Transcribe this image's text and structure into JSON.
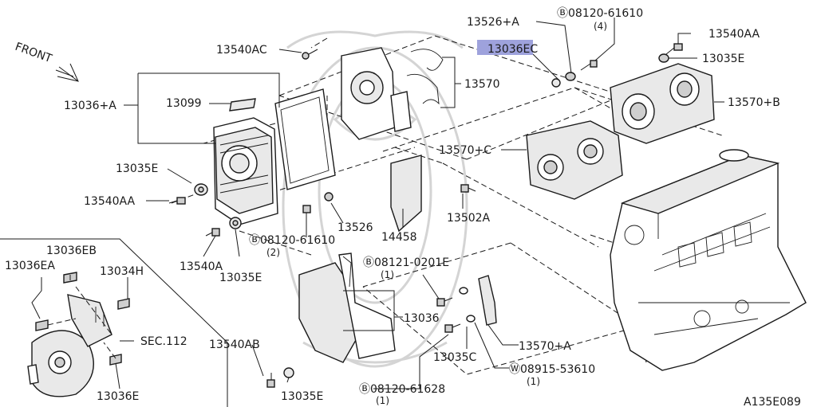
{
  "diagram": {
    "direction_label": "FRONT",
    "figure_code": "A135E089",
    "labels": {
      "p13526A": "13526+A",
      "b1": "Ⓑ08120-61610",
      "b1q": "(4)",
      "p13540AA_r": "13540AA",
      "p13036EC": "13036EC",
      "p13035E_r": "13035E",
      "p13540AC": "13540AC",
      "p13570": "13570",
      "p13570B": "13570+B",
      "p13036A": "13036+A",
      "p13099": "13099",
      "p13570C": "13570+C",
      "p13035E_l": "13035E",
      "p13540AA_l": "13540AA",
      "p13502A": "13502A",
      "p13526": "13526",
      "p14458": "14458",
      "b2": "Ⓑ08120-61610",
      "b2q": "(2)",
      "p13540A": "13540A",
      "p13035E_m": "13035E",
      "b3": "Ⓑ08121-0201E",
      "b3q": "(1)",
      "p13036EB": "13036EB",
      "p13036EA": "13036EA",
      "p13034H": "13034H",
      "p13036": "13036",
      "sec": "SEC.112",
      "p13540AB": "13540AB",
      "p13035C": "13035C",
      "p13570A": "13570+A",
      "w1": "Ⓦ08915-53610",
      "w1q": "(1)",
      "p13035E_b": "13035E",
      "b4": "Ⓑ08120-61628",
      "b4q": "(1)",
      "p13036E": "13036E"
    }
  }
}
